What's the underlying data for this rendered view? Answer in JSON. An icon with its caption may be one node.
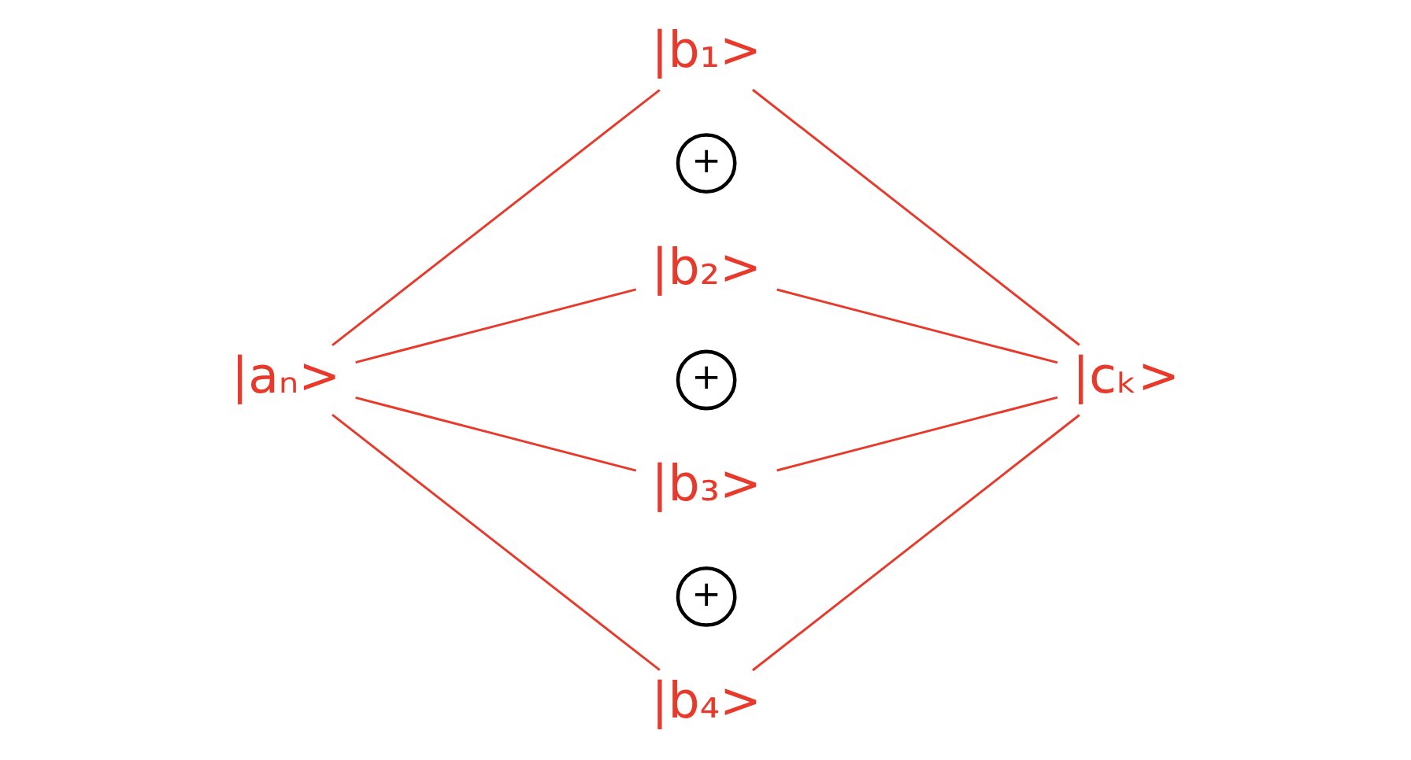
{
  "diagram": {
    "nodes": [
      {
        "text": [
          "|aₙ>"
        ]
      },
      {
        "text": [
          "|b₁>"
        ]
      },
      {
        "text": [
          "+"
        ]
      },
      {
        "text": [
          "|b₂>"
        ]
      },
      {
        "text": [
          "+"
        ]
      },
      {
        "text": [
          "|b₃>"
        ]
      },
      {
        "text": [
          "+"
        ]
      },
      {
        "text": [
          "|b₄>"
        ]
      },
      {
        "text": [
          "|cₖ>"
        ]
      }
    ],
    "edges": [
      {
        "from": 0,
        "to": 1,
        "arrow": "none"
      },
      {
        "from": 0,
        "to": 3,
        "arrow": "none"
      },
      {
        "from": 0,
        "to": 5,
        "arrow": "none"
      },
      {
        "from": 0,
        "to": 7,
        "arrow": "none"
      },
      {
        "from": 1,
        "to": 8,
        "arrow": "none"
      },
      {
        "from": 3,
        "to": 8,
        "arrow": "none"
      },
      {
        "from": 5,
        "to": 8,
        "arrow": "none"
      },
      {
        "from": 7,
        "to": 8,
        "arrow": "none"
      }
    ]
  }
}
